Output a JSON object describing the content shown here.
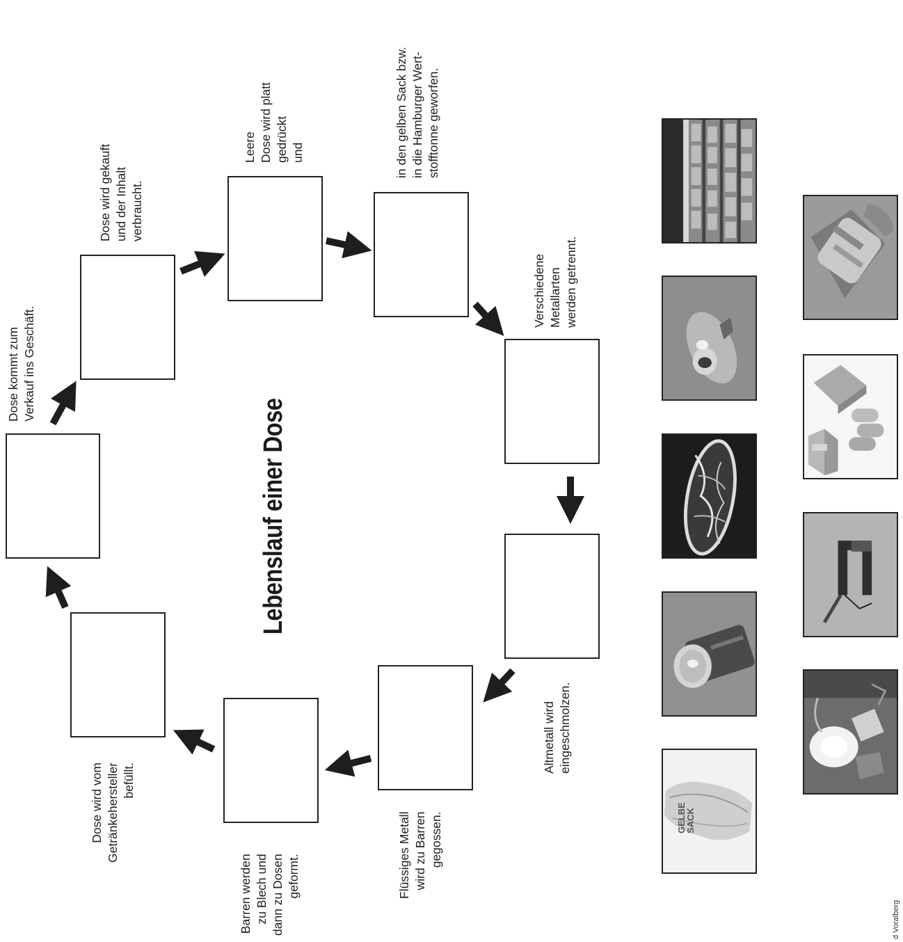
{
  "title": "Lebenslauf einer Dose",
  "steps": [
    {
      "text": "Dose kommt zum\nVerkauf ins Geschäft."
    },
    {
      "text": "Dose wird gekauft\nund der Inhalt\nverbraucht."
    },
    {
      "text": "Leere\nDose wird platt\ngedrückt\nund"
    },
    {
      "text": "in den gelben Sack bzw.\nin die Hamburger Wert-\nstofftonne geworfen."
    },
    {
      "text": "Verschiedene\nMetallarten\nwerden getrennt."
    },
    {
      "text": "Altmetall wird\neingeschmolzen."
    },
    {
      "text": "Flüssiges Metall\nwird zu Barren\ngegossen."
    },
    {
      "text": "Barren werden\nzu Blech und\ndann zu Dosen\ngeformt."
    },
    {
      "text": "Dose wird vom\nGetränkehersteller\nbefüllt."
    }
  ],
  "photos": [
    {
      "name": "supermarket-shelves-photo"
    },
    {
      "name": "crushed-can-photo"
    },
    {
      "name": "molten-metal-photo"
    },
    {
      "name": "can-on-ground-photo"
    },
    {
      "name": "yellow-sack-photo"
    },
    {
      "name": "hand-crushing-can-photo"
    },
    {
      "name": "metal-bars-and-rolls-photo"
    },
    {
      "name": "magnet-photo"
    },
    {
      "name": "casting-sparks-photo"
    }
  ],
  "sack_text": "GELBE\nSACK",
  "credit": "d Voralberg"
}
